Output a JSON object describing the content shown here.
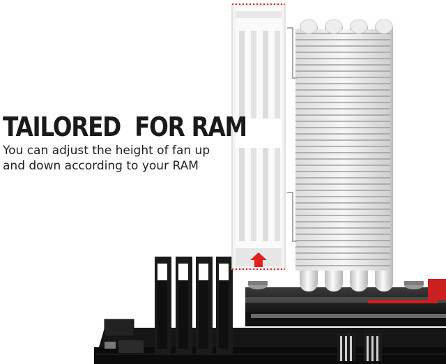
{
  "headline": "TAILORED  FOR RAM",
  "description": "You can adjust the height of fan up and down according to your RAM",
  "illustration": {
    "subject": "cpu-cooler-over-ram-slots",
    "arrow_color": "#e02020",
    "dotted_line_color": "#e02020",
    "accent_color": "#cc1f1f"
  }
}
